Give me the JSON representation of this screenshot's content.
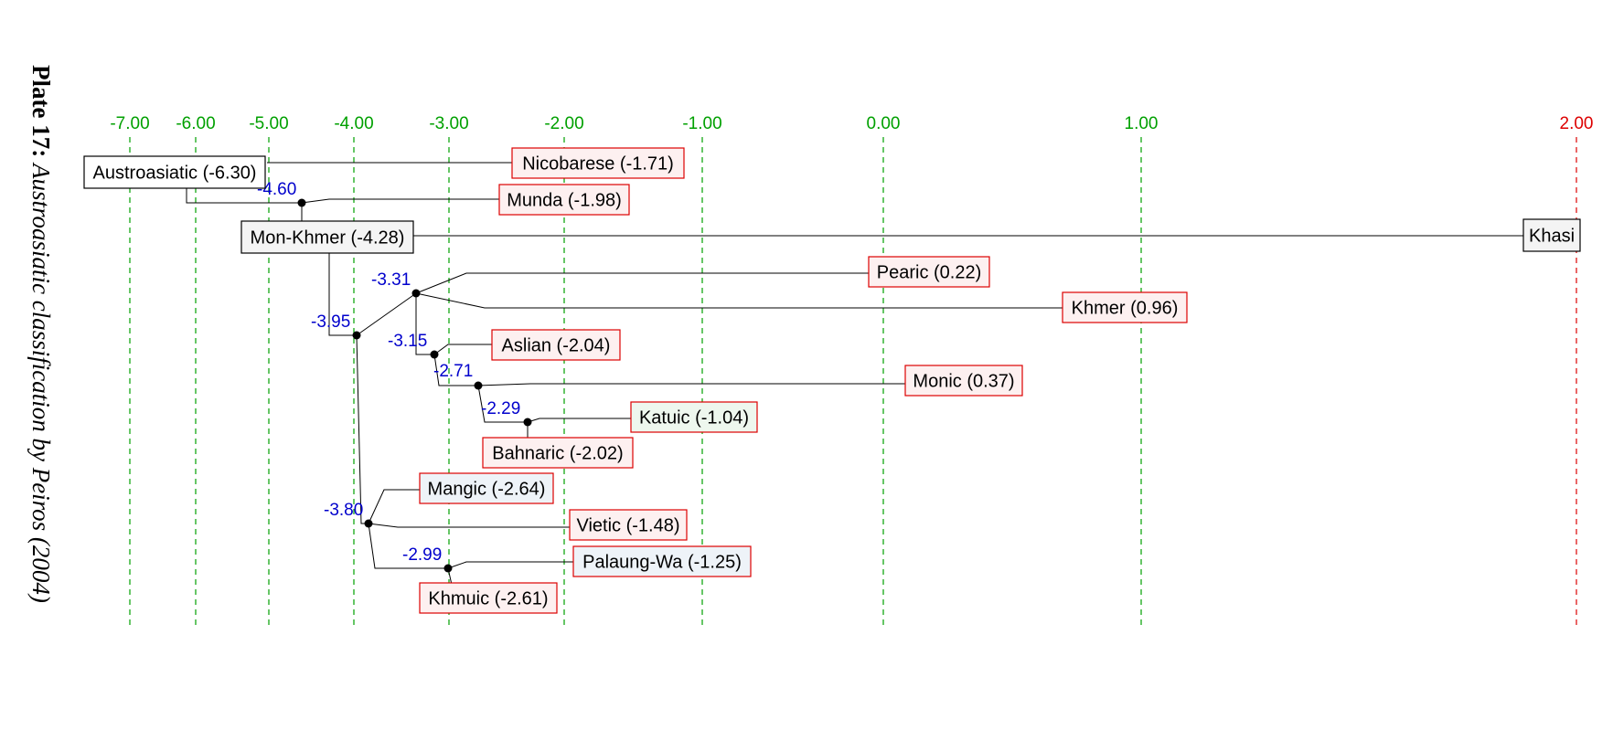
{
  "caption": {
    "label": "Plate 17:",
    "title": "Austroasiatic classification by Peiros (2004)"
  },
  "colors": {
    "gridline": "#00a000",
    "highlight_gridline": "#dd0000",
    "branch_number": "#0000cc",
    "root_border": "#000000",
    "leaf_border": "#dd0000"
  },
  "axis": {
    "ticks": [
      "-7.00",
      "-6.00",
      "-5.00",
      "-4.00",
      "-3.00",
      "-2.00",
      "-1.00",
      "0.00",
      "1.00",
      "2.00"
    ],
    "highlight_tick": "2.00"
  },
  "nodes": [
    {
      "id": "austroasiatic",
      "label": "Austroasiatic (-6.30)",
      "kind": "root"
    },
    {
      "id": "nicobarese",
      "label": "Nicobarese (-1.71)",
      "kind": "leaf",
      "fill": "#fdf0f0"
    },
    {
      "id": "munda",
      "label": "Munda (-1.98)",
      "kind": "leaf",
      "fill": "#fdf0f0"
    },
    {
      "id": "monkhmer",
      "label": "Mon-Khmer (-4.28)",
      "kind": "root",
      "fill": "#f4f4f4"
    },
    {
      "id": "khasi",
      "label": "Khasi",
      "kind": "root",
      "fill": "#f4f4f4"
    },
    {
      "id": "pearic",
      "label": "Pearic (0.22)",
      "kind": "leaf",
      "fill": "#fdf0f0"
    },
    {
      "id": "khmer",
      "label": "Khmer (0.96)",
      "kind": "leaf",
      "fill": "#fdf0f0"
    },
    {
      "id": "aslian",
      "label": "Aslian (-2.04)",
      "kind": "leaf",
      "fill": "#fdf0f0"
    },
    {
      "id": "monic",
      "label": "Monic (0.37)",
      "kind": "leaf",
      "fill": "#fdf0f0"
    },
    {
      "id": "katuic",
      "label": "Katuic (-1.04)",
      "kind": "leaf",
      "fill": "#eef7ee"
    },
    {
      "id": "bahnaric",
      "label": "Bahnaric (-2.02)",
      "kind": "leaf",
      "fill": "#fdf0f0"
    },
    {
      "id": "mangic",
      "label": "Mangic (-2.64)",
      "kind": "leaf",
      "fill": "#eef3f8"
    },
    {
      "id": "vietic",
      "label": "Vietic (-1.48)",
      "kind": "leaf",
      "fill": "#fdf0f0"
    },
    {
      "id": "palaungwa",
      "label": "Palaung-Wa (-1.25)",
      "kind": "leaf",
      "fill": "#eef3f8"
    },
    {
      "id": "khmuic",
      "label": "Khmuic (-2.61)",
      "kind": "leaf",
      "fill": "#fdf0f0"
    }
  ],
  "branch_points": [
    {
      "id": "bp460",
      "label": "-4.60"
    },
    {
      "id": "bp395",
      "label": "-3.95"
    },
    {
      "id": "bp331",
      "label": "-3.31"
    },
    {
      "id": "bp315",
      "label": "-3.15"
    },
    {
      "id": "bp271",
      "label": "-2.71"
    },
    {
      "id": "bp229",
      "label": "-2.29"
    },
    {
      "id": "bp380",
      "label": "-3.80"
    },
    {
      "id": "bp299",
      "label": "-2.99"
    }
  ]
}
